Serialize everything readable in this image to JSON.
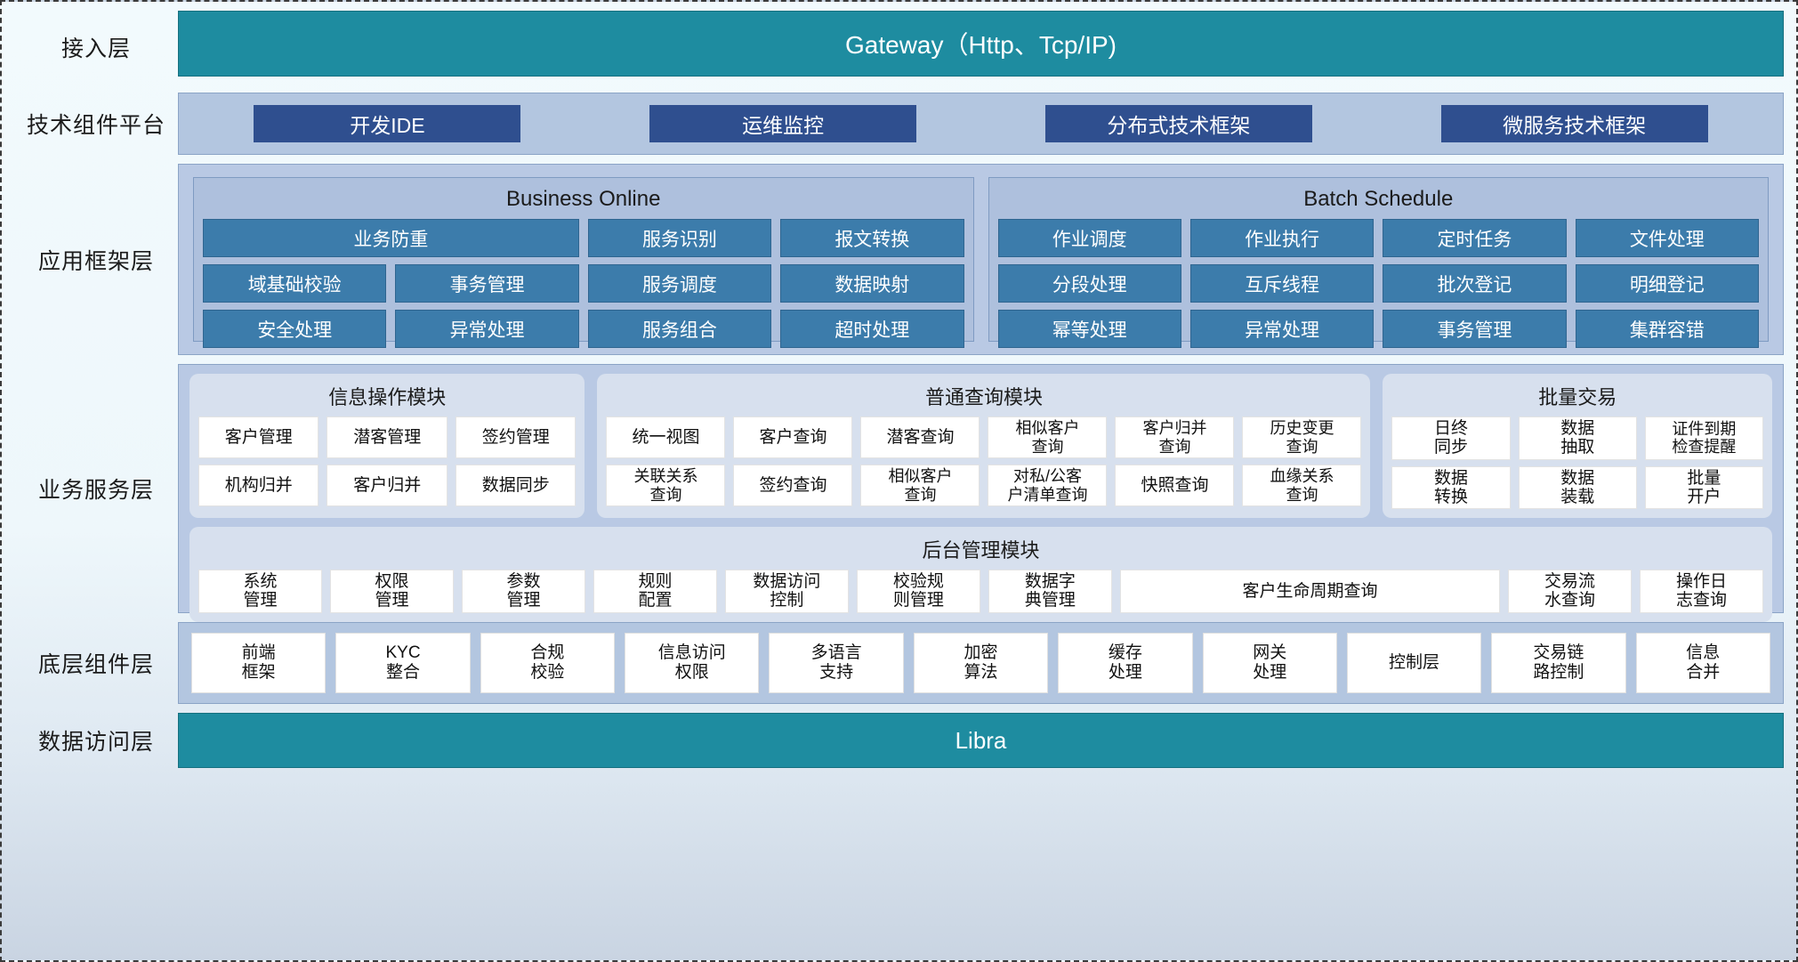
{
  "layers": [
    {
      "label": "接入层"
    },
    {
      "label": "技术组件平台"
    },
    {
      "label": "应用框架层"
    },
    {
      "label": "业务服务层"
    },
    {
      "label": "底层组件层"
    },
    {
      "label": "数据访问层"
    }
  ],
  "gateway": {
    "title": "Gateway（Http、Tcp/IP)"
  },
  "tech_platform": {
    "items": [
      "开发IDE",
      "运维监控",
      "分布式技术框架",
      "微服务技术框架"
    ]
  },
  "app_framework": {
    "panels": [
      {
        "title": "Business Online",
        "cells": [
          {
            "label": "业务防重",
            "span": 2
          },
          {
            "label": "服务识别",
            "span": 1
          },
          {
            "label": "报文转换",
            "span": 1
          },
          {
            "label": "域基础校验",
            "span": 1
          },
          {
            "label": "事务管理",
            "span": 1
          },
          {
            "label": "服务调度",
            "span": 1
          },
          {
            "label": "数据映射",
            "span": 1
          },
          {
            "label": "安全处理",
            "span": 1
          },
          {
            "label": "异常处理",
            "span": 1
          },
          {
            "label": "服务组合",
            "span": 1
          },
          {
            "label": "超时处理",
            "span": 1
          }
        ]
      },
      {
        "title": "Batch Schedule",
        "cells": [
          {
            "label": "作业调度",
            "span": 1
          },
          {
            "label": "作业执行",
            "span": 1
          },
          {
            "label": "定时任务",
            "span": 1
          },
          {
            "label": "文件处理",
            "span": 1
          },
          {
            "label": "分段处理",
            "span": 1
          },
          {
            "label": "互斥线程",
            "span": 1
          },
          {
            "label": "批次登记",
            "span": 1
          },
          {
            "label": "明细登记",
            "span": 1
          },
          {
            "label": "幂等处理",
            "span": 1
          },
          {
            "label": "异常处理",
            "span": 1
          },
          {
            "label": "事务管理",
            "span": 1
          },
          {
            "label": "集群容错",
            "span": 1
          }
        ]
      }
    ]
  },
  "business_service": {
    "modules": [
      {
        "title": "信息操作模块",
        "columns": 3,
        "cells": [
          "客户管理",
          "潜客管理",
          "签约管理",
          "机构归并",
          "客户归并",
          "数据同步"
        ]
      },
      {
        "title": "普通查询模块",
        "columns": 6,
        "cells": [
          "统一视图",
          "客户查询",
          "潜客查询",
          "相似客户\n查询",
          "客户归并\n查询",
          "历史变更\n查询",
          "关联关系\n查询",
          "签约查询",
          "相似客户\n查询",
          "对私/公客\n户清单查询",
          "快照查询",
          "血缘关系\n查询"
        ]
      },
      {
        "title": "批量交易",
        "columns": 3,
        "cells": [
          "日终\n同步",
          "数据\n抽取",
          "证件到期\n检查提醒",
          "数据\n转换",
          "数据\n装载",
          "批量\n开户"
        ]
      }
    ],
    "backoffice": {
      "title": "后台管理模块",
      "cells": [
        {
          "label": "系统\n管理",
          "wide": false
        },
        {
          "label": "权限\n管理",
          "wide": false
        },
        {
          "label": "参数\n管理",
          "wide": false
        },
        {
          "label": "规则\n配置",
          "wide": false
        },
        {
          "label": "数据访问\n控制",
          "wide": false
        },
        {
          "label": "校验规\n则管理",
          "wide": false
        },
        {
          "label": "数据字\n典管理",
          "wide": false
        },
        {
          "label": "客户生命周期查询",
          "wide": true
        },
        {
          "label": "交易流\n水查询",
          "wide": false
        },
        {
          "label": "操作日\n志查询",
          "wide": false
        }
      ]
    }
  },
  "base_components": {
    "items": [
      {
        "label": "前端\n框架",
        "wide": false
      },
      {
        "label": "KYC\n整合",
        "wide": false
      },
      {
        "label": "合规\n校验",
        "wide": false
      },
      {
        "label": "信息访问\n权限",
        "wide": false
      },
      {
        "label": "多语言\n支持",
        "wide": false
      },
      {
        "label": "加密\n算法",
        "wide": false
      },
      {
        "label": "缓存\n处理",
        "wide": false
      },
      {
        "label": "网关\n处理",
        "wide": false
      },
      {
        "label": "控制层",
        "wide": false
      },
      {
        "label": "交易链\n路控制",
        "wide": false
      },
      {
        "label": "信息\n合并",
        "wide": false
      }
    ]
  },
  "data_access": {
    "title": "Libra"
  },
  "colors": {
    "teal": "#1e8ca0",
    "deep_blue": "#2f4f8f",
    "mid_blue": "#3c7cab",
    "band_blue": "#b3c6e0",
    "panel_blue": "#aec0dd",
    "module_grey": "#d7e0ee"
  }
}
